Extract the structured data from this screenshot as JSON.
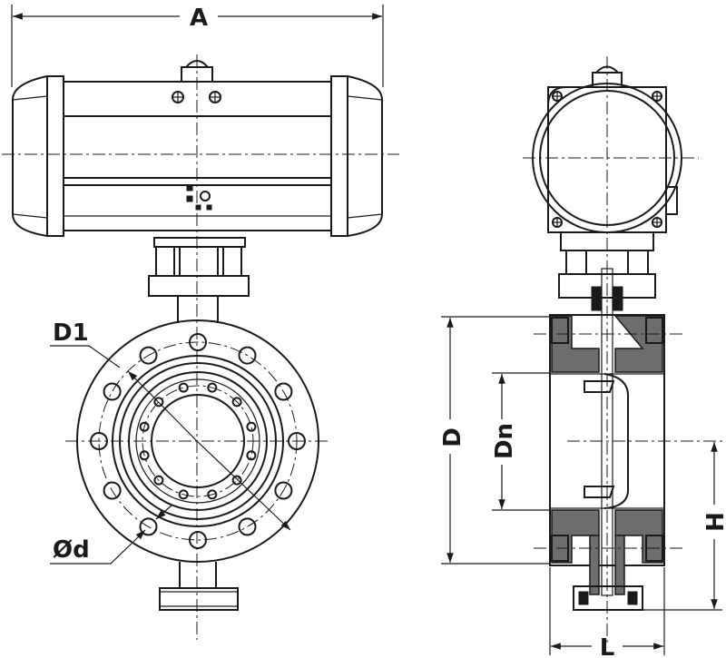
{
  "labels": {
    "overall_width": "A",
    "pitch_circle": "D1",
    "bolt_hole": "Ød",
    "outer_diameter": "D",
    "nominal_diameter": "Dn",
    "height": "H",
    "length": "L"
  },
  "colors": {
    "line": "#1a1a1a",
    "hatch": "#6e6e6e",
    "background": "#ffffff"
  }
}
